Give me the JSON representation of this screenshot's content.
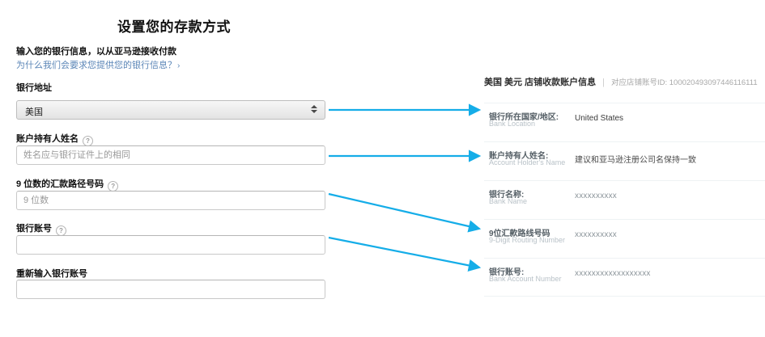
{
  "page": {
    "title": "设置您的存款方式",
    "intro_bold": "输入您的银行信息，以从亚马逊接收付款",
    "intro_link": "为什么我们会要求您提供您的银行信息？",
    "intro_link_chevron": "›"
  },
  "form": {
    "help_glyph": "?",
    "fields": [
      {
        "label": "银行地址",
        "type": "select",
        "value": "美国",
        "has_help": false,
        "name": "bank-location-select"
      },
      {
        "label": "账户持有人姓名",
        "type": "text",
        "value": "",
        "placeholder": "姓名应与银行证件上的相同",
        "has_help": true,
        "name": "account-holder-name-input"
      },
      {
        "label": "9 位数的汇款路径号码",
        "type": "text",
        "value": "",
        "placeholder": "9 位数",
        "has_help": true,
        "name": "routing-number-input"
      },
      {
        "label": "银行账号",
        "type": "text",
        "value": "",
        "placeholder": "",
        "has_help": true,
        "name": "bank-account-number-input"
      },
      {
        "label": "重新输入银行账号",
        "type": "text",
        "value": "",
        "placeholder": "",
        "has_help": false,
        "name": "bank-account-number-confirm-input"
      }
    ]
  },
  "info_panel": {
    "header_title": "美国 美元 店铺收款账户信息",
    "header_separator": "|",
    "header_id": "对应店铺账号ID: 100020493097446116111",
    "rows": [
      {
        "label_cn": "银行所在国家/地区:",
        "label_en": "Bank Location",
        "value": "United States",
        "value_style": "plain"
      },
      {
        "label_cn": "账户持有人姓名:",
        "label_en": "Account Holder's Name",
        "value": "建议和亚马逊注册公司名保持一致",
        "value_style": "cn"
      },
      {
        "label_cn": "银行名称:",
        "label_en": "Bank Name",
        "value": "xxxxxxxxxx",
        "value_style": "muted"
      },
      {
        "label_cn": "9位汇款路线号码",
        "label_en": "9-Digit Routing Number",
        "value": "xxxxxxxxxx",
        "value_style": "muted"
      },
      {
        "label_cn": "银行账号:",
        "label_en": "Bank Account Number",
        "value": "xxxxxxxxxxxxxxxxxx",
        "value_style": "muted"
      }
    ]
  },
  "annotations": {
    "arrow_color": "#15ade8",
    "connectors": [
      {
        "name": "arrow-bank-location",
        "from": "bank-location-select",
        "to": "info-row-bank-location"
      },
      {
        "name": "arrow-account-holder-name",
        "from": "account-holder-name-input",
        "to": "info-row-account-holder-name"
      },
      {
        "name": "arrow-routing-number",
        "from": "routing-number-input",
        "to": "info-row-routing-number"
      },
      {
        "name": "arrow-bank-account-number",
        "from": "bank-account-number-input",
        "to": "info-row-bank-account-number"
      }
    ]
  }
}
